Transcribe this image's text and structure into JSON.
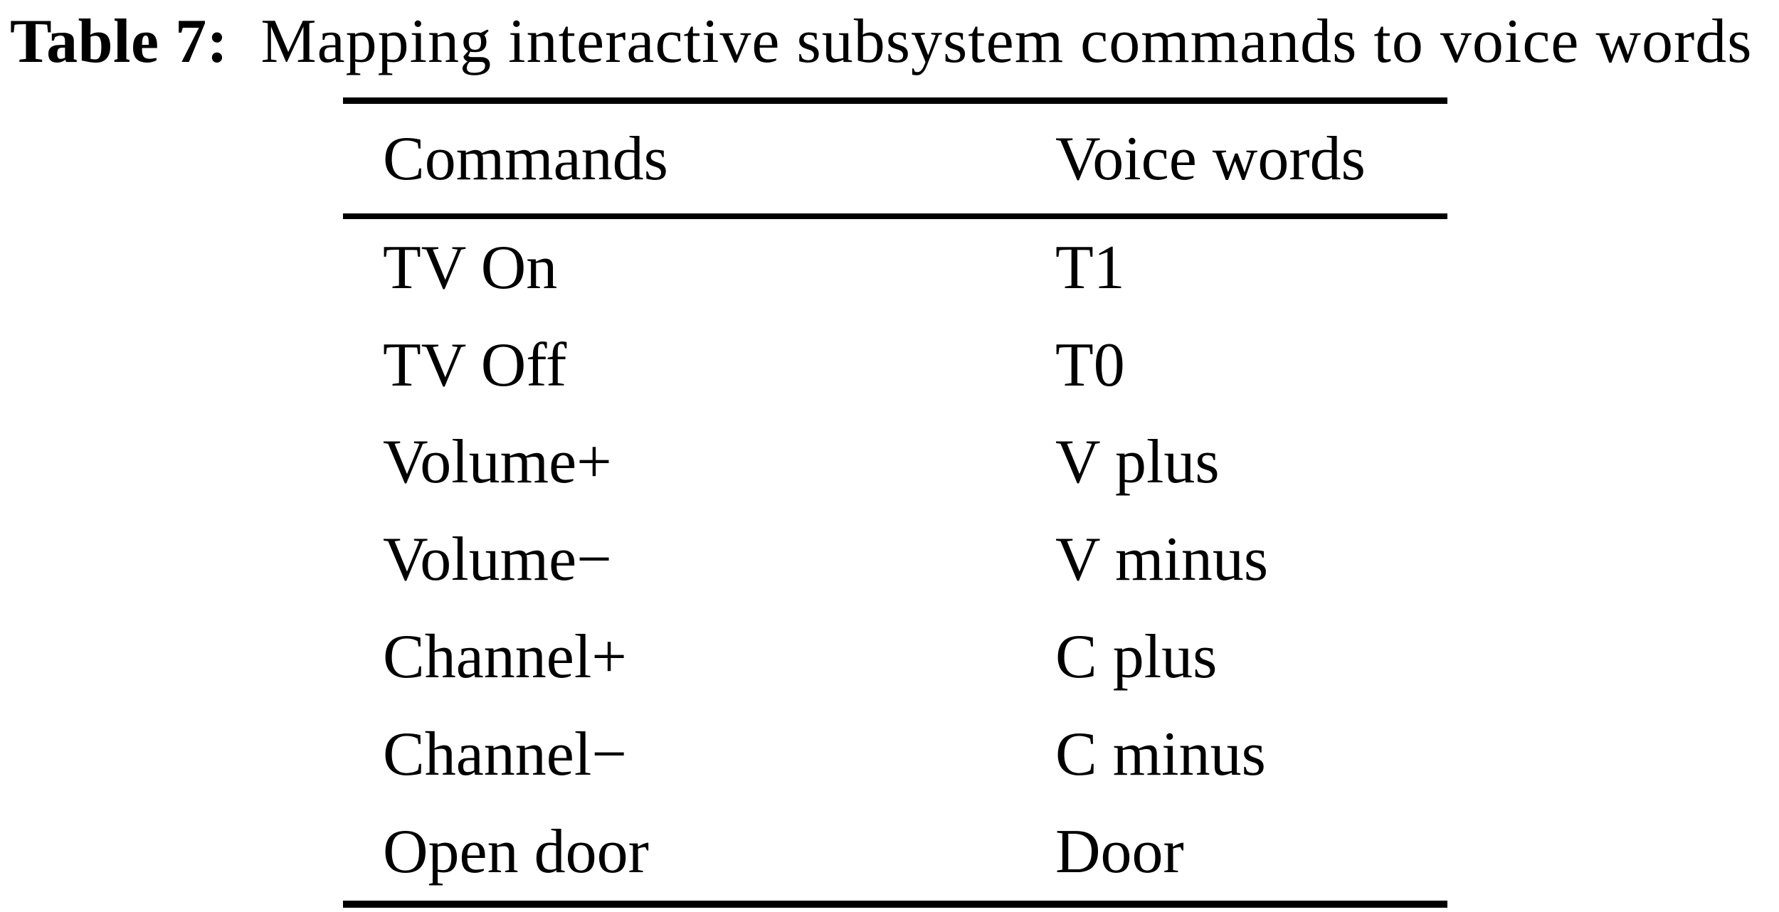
{
  "caption": {
    "label": "Table 7:",
    "text": "Mapping interactive subsystem commands to voice words"
  },
  "table": {
    "headers": [
      "Commands",
      "Voice words"
    ],
    "rows": [
      {
        "command": "TV On",
        "voice_word": "T1"
      },
      {
        "command": "TV Off",
        "voice_word": "T0"
      },
      {
        "command": "Volume+",
        "voice_word": "V plus"
      },
      {
        "command": "Volume−",
        "voice_word": "V minus"
      },
      {
        "command": "Channel+",
        "voice_word": "C plus"
      },
      {
        "command": "Channel−",
        "voice_word": "C minus"
      },
      {
        "command": "Open door",
        "voice_word": "Door"
      }
    ]
  },
  "chart_data": {
    "type": "table",
    "title": "Table 7: Mapping interactive subsystem commands to voice words",
    "columns": [
      "Commands",
      "Voice words"
    ],
    "rows": [
      [
        "TV On",
        "T1"
      ],
      [
        "TV Off",
        "T0"
      ],
      [
        "Volume+",
        "V plus"
      ],
      [
        "Volume−",
        "V minus"
      ],
      [
        "Channel+",
        "C plus"
      ],
      [
        "Channel−",
        "C minus"
      ],
      [
        "Open door",
        "Door"
      ]
    ]
  },
  "colors": {
    "text": "#000000",
    "background": "#ffffff",
    "rule": "#000000"
  }
}
